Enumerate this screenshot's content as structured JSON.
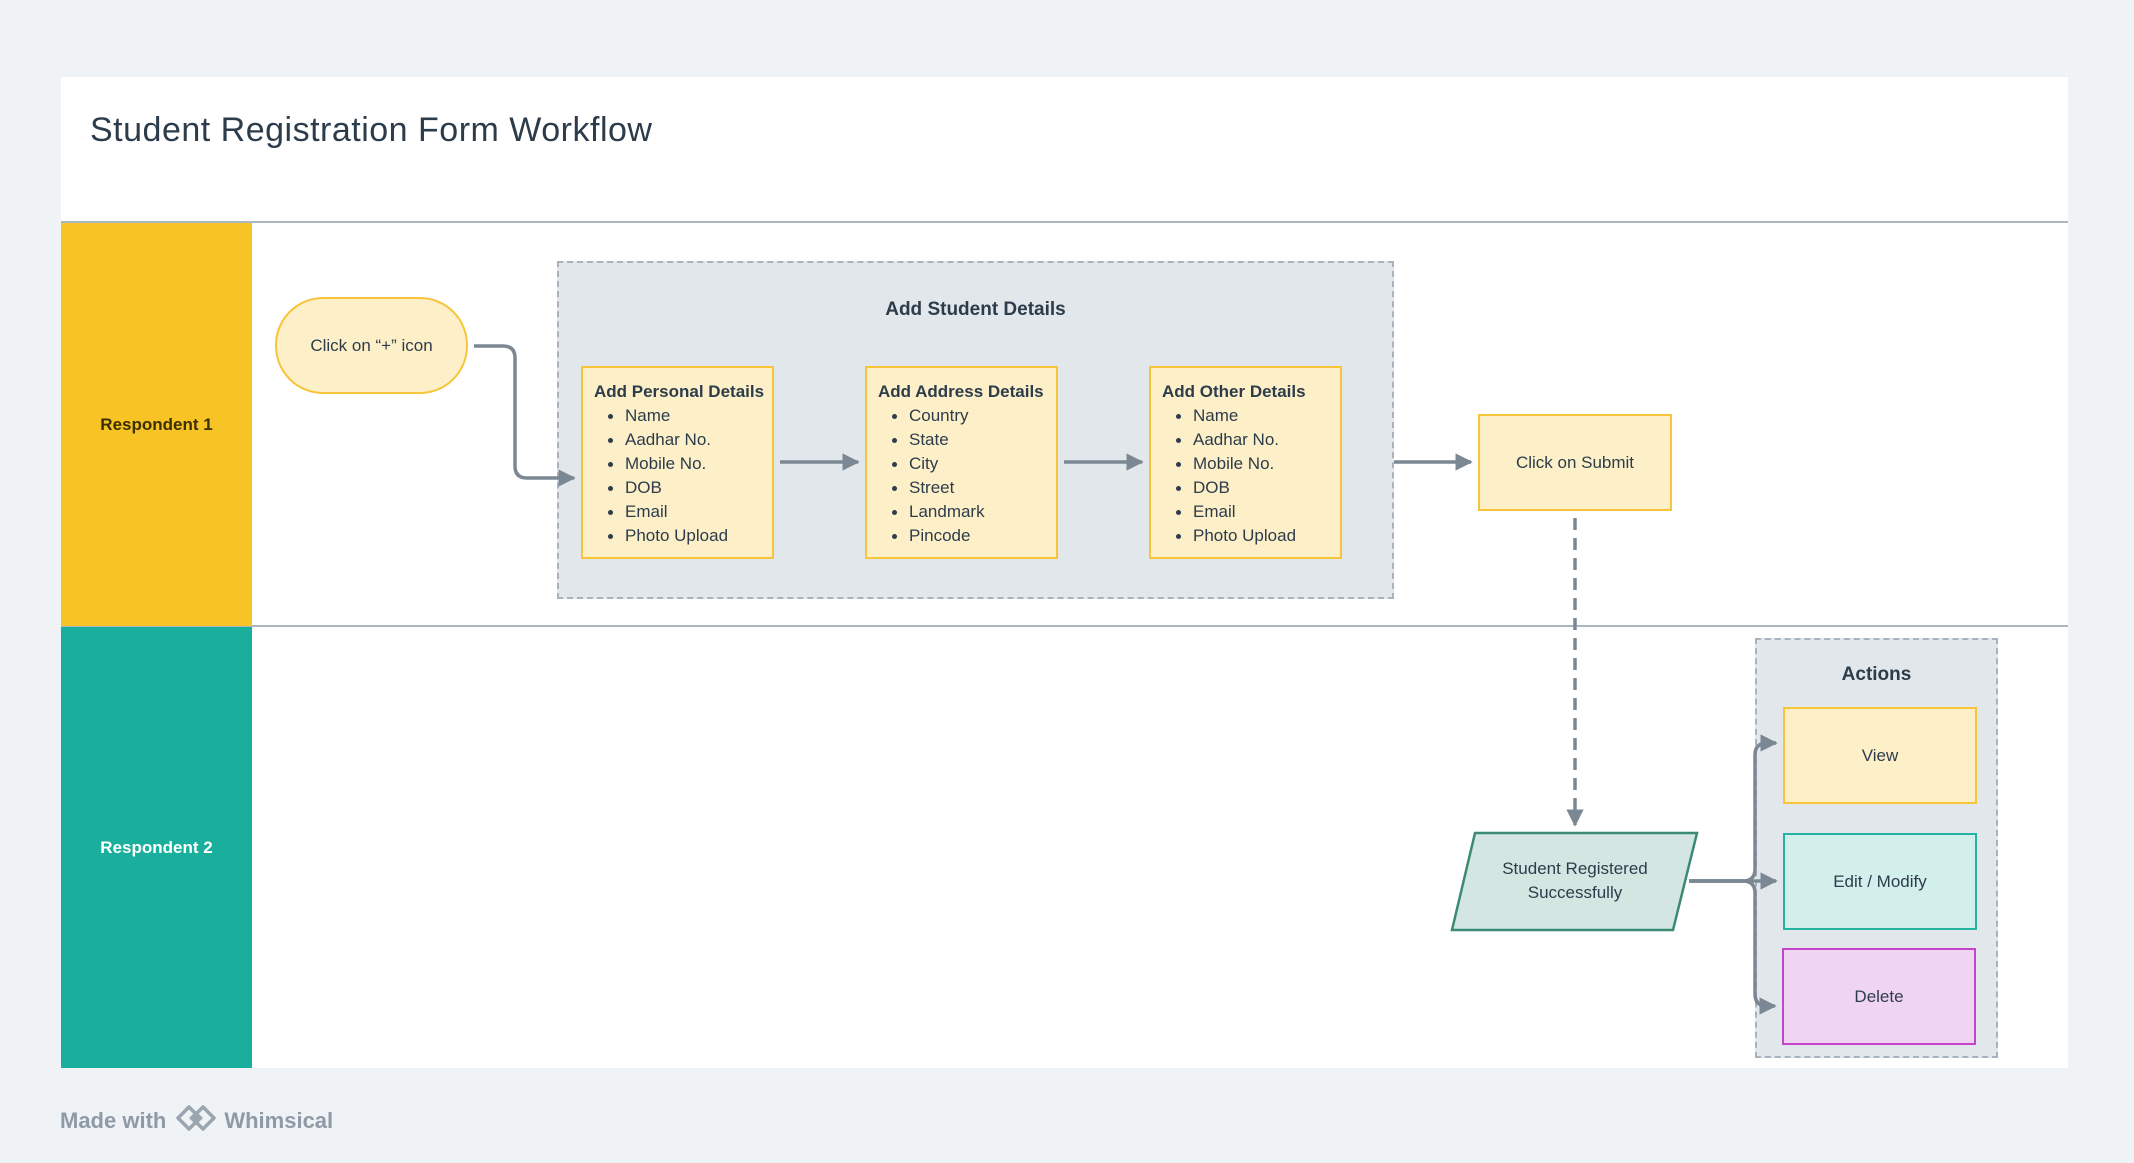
{
  "title": "Student Registration Form Workflow",
  "lanes": [
    {
      "label": "Respondent 1",
      "color": "#f8c324"
    },
    {
      "label": "Respondent 2",
      "color": "#1aaf9d"
    }
  ],
  "start": {
    "label": "Click on “+” icon"
  },
  "details_group": {
    "title": "Add Student Details",
    "boxes": [
      {
        "title": "Add Personal Details",
        "items": [
          "Name",
          "Aadhar No.",
          "Mobile No.",
          "DOB",
          "Email",
          "Photo Upload"
        ]
      },
      {
        "title": "Add Address Details",
        "items": [
          "Country",
          "State",
          "City",
          "Street",
          "Landmark",
          "Pincode"
        ]
      },
      {
        "title": "Add Other Details",
        "items": [
          "Name",
          "Aadhar No.",
          "Mobile No.",
          "DOB",
          "Email",
          "Photo Upload"
        ]
      }
    ]
  },
  "submit": {
    "label": "Click on Submit"
  },
  "registered": {
    "line1": "Student Registered",
    "line2": "Successfully"
  },
  "actions_group": {
    "title": "Actions",
    "view": "View",
    "edit": "Edit / Modify",
    "delete": "Delete"
  },
  "footer": {
    "made_with": "Made with",
    "brand": "Whimsical"
  },
  "colors": {
    "connector": "#7b8894",
    "yellow_fill": "#fdf0c8",
    "yellow_border": "#f6c53a",
    "teal_fill": "#d3efec",
    "teal_border": "#22b3a1",
    "pink_fill": "#f0d5f2",
    "pink_border": "#c544cc",
    "group_fill": "#e2e7eb"
  }
}
